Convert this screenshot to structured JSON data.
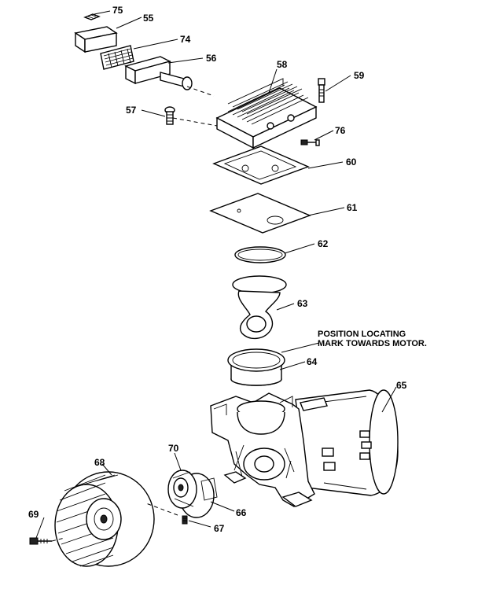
{
  "callouts": {
    "p75": "75",
    "p55": "55",
    "p74": "74",
    "p56": "56",
    "p58": "58",
    "p59": "59",
    "p57": "57",
    "p76": "76",
    "p60": "60",
    "p61": "61",
    "p62": "62",
    "p63": "63",
    "p64": "64",
    "p65": "65",
    "p68": "68",
    "p70": "70",
    "p69": "69",
    "p66": "66",
    "p67": "67"
  },
  "note": {
    "line1": "POSITION LOCATING",
    "line2": "MARK TOWARDS MOTOR."
  }
}
